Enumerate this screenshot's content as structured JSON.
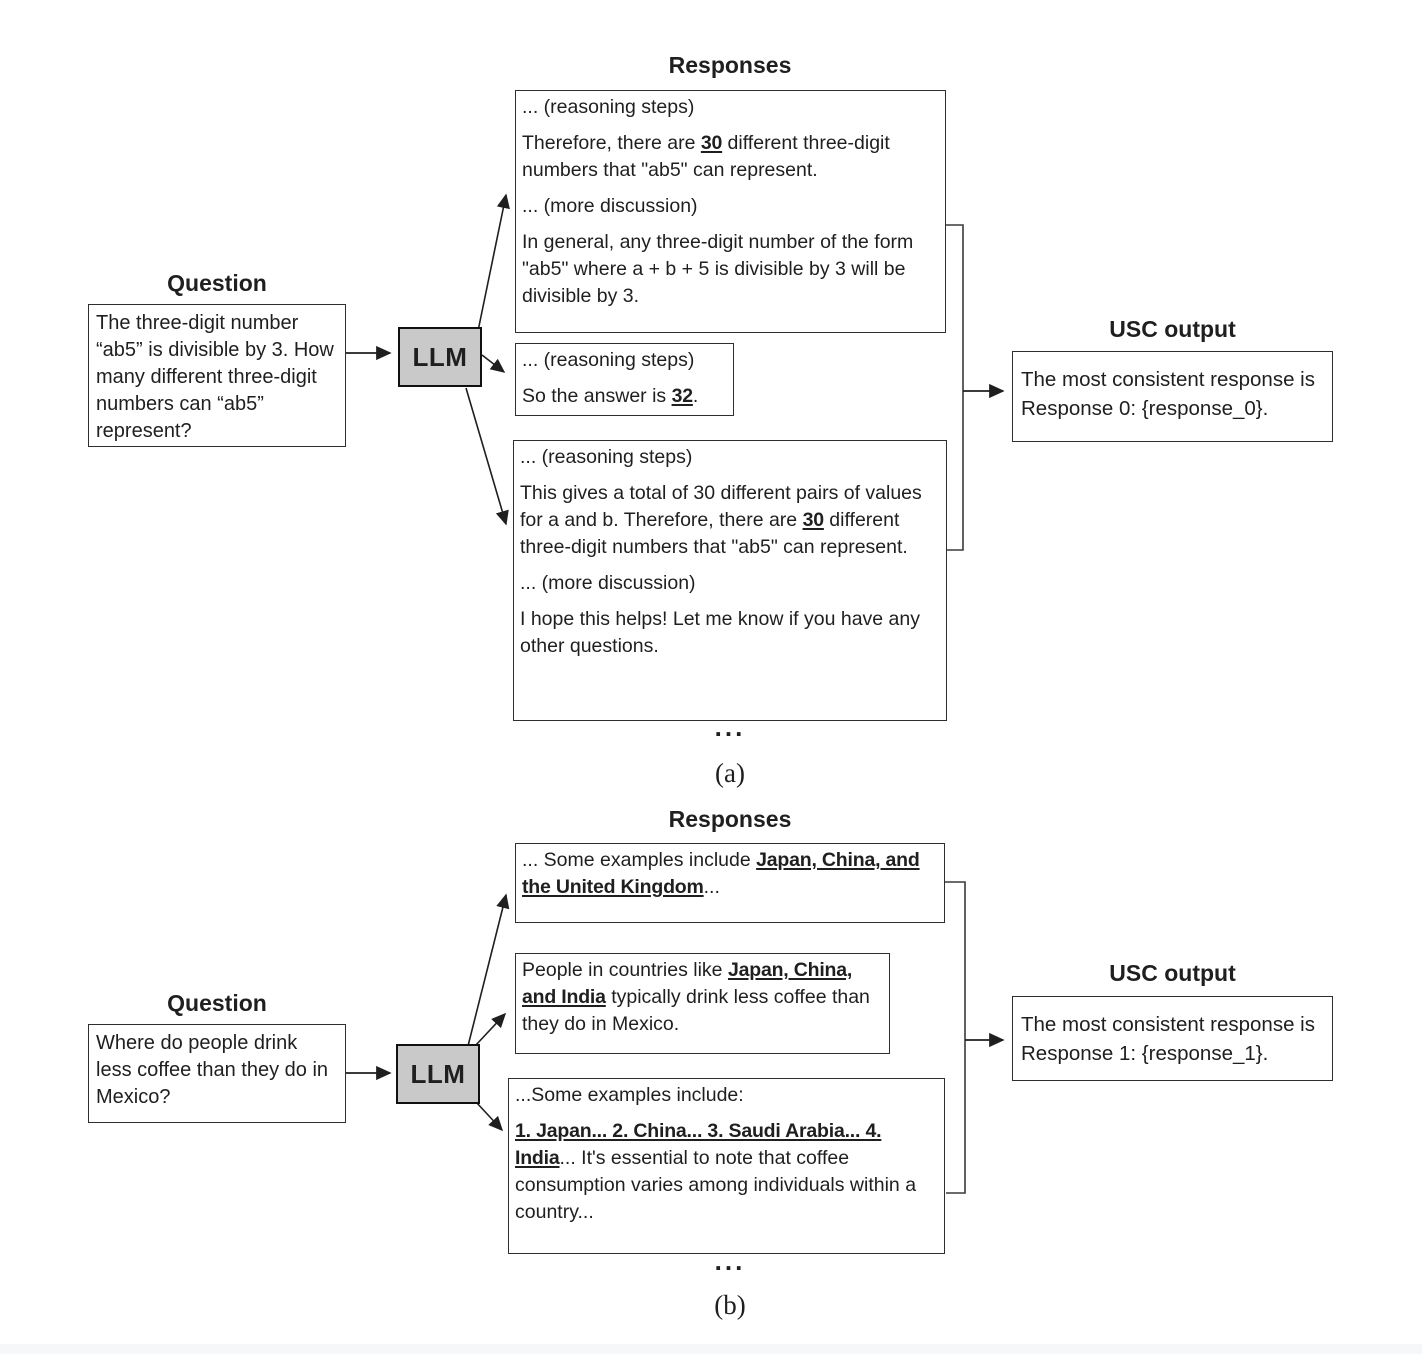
{
  "colors": {
    "background": "#ffffff",
    "box_border": "#2e2e2e",
    "llm_fill": "#c9c9c9",
    "text": "#1f1f1f",
    "footer_strip": "#f6f7f8"
  },
  "figure_a": {
    "label": "(a)",
    "responses_title": "Responses",
    "question": {
      "title": "Question",
      "text": "The three-digit number “ab5” is divisible by 3. How many different three-digit numbers can “ab5” represent?"
    },
    "llm_label": "LLM",
    "responses": [
      {
        "paragraphs": [
          {
            "segments": [
              {
                "text": "... (reasoning steps)",
                "emphasis": false
              }
            ]
          },
          {
            "segments": [
              {
                "text": "Therefore, there are ",
                "emphasis": false
              },
              {
                "text": "30",
                "emphasis": true
              },
              {
                "text": " different three-digit numbers that \"ab5\" can represent.",
                "emphasis": false
              }
            ]
          },
          {
            "segments": [
              {
                "text": "... (more discussion)",
                "emphasis": false
              }
            ]
          },
          {
            "segments": [
              {
                "text": "In general, any three-digit number of the form \"ab5\" where a + b + 5 is divisible by 3 will be divisible by 3.",
                "emphasis": false
              }
            ]
          }
        ]
      },
      {
        "paragraphs": [
          {
            "segments": [
              {
                "text": "... (reasoning steps)",
                "emphasis": false
              }
            ]
          },
          {
            "segments": [
              {
                "text": "So the answer is ",
                "emphasis": false
              },
              {
                "text": "32",
                "emphasis": true
              },
              {
                "text": ".",
                "emphasis": false
              }
            ]
          }
        ]
      },
      {
        "paragraphs": [
          {
            "segments": [
              {
                "text": "... (reasoning steps)",
                "emphasis": false
              }
            ]
          },
          {
            "segments": [
              {
                "text": "This gives a total of 30 different pairs of values for a and b. Therefore, there are ",
                "emphasis": false
              },
              {
                "text": "30",
                "emphasis": true
              },
              {
                "text": " different three-digit numbers that \"ab5\" can represent.",
                "emphasis": false
              }
            ]
          },
          {
            "segments": [
              {
                "text": "... (more discussion)",
                "emphasis": false
              }
            ]
          },
          {
            "segments": [
              {
                "text": "I hope this helps! Let me know if you have any other questions.",
                "emphasis": false
              }
            ]
          }
        ]
      }
    ],
    "ellipsis": "...",
    "usc": {
      "title": "USC output",
      "text": "The most consistent response is Response 0: {response_0}."
    }
  },
  "figure_b": {
    "label": "(b)",
    "responses_title": "Responses",
    "question": {
      "title": "Question",
      "text": "Where do people drink less coffee than they do in Mexico?"
    },
    "llm_label": "LLM",
    "responses": [
      {
        "paragraphs": [
          {
            "segments": [
              {
                "text": "... Some examples include ",
                "emphasis": false
              },
              {
                "text": "Japan, China, and the United Kingdom",
                "emphasis": true
              },
              {
                "text": "...",
                "emphasis": false
              }
            ]
          }
        ]
      },
      {
        "paragraphs": [
          {
            "segments": [
              {
                "text": "People in countries like ",
                "emphasis": false
              },
              {
                "text": "Japan, China, and India",
                "emphasis": true
              },
              {
                "text": " typically drink less coffee than they do in Mexico.",
                "emphasis": false
              }
            ]
          }
        ]
      },
      {
        "paragraphs": [
          {
            "segments": [
              {
                "text": "...Some examples include:",
                "emphasis": false
              }
            ]
          },
          {
            "segments": [
              {
                "text": "1. Japan... 2. China... 3. Saudi Arabia... 4. India",
                "emphasis": true
              },
              {
                "text": "... It's essential to note that coffee consumption varies among individuals within a country...",
                "emphasis": false
              }
            ]
          }
        ]
      }
    ],
    "ellipsis": "...",
    "usc": {
      "title": "USC output",
      "text": "The most consistent response is Response 1: {response_1}."
    }
  }
}
